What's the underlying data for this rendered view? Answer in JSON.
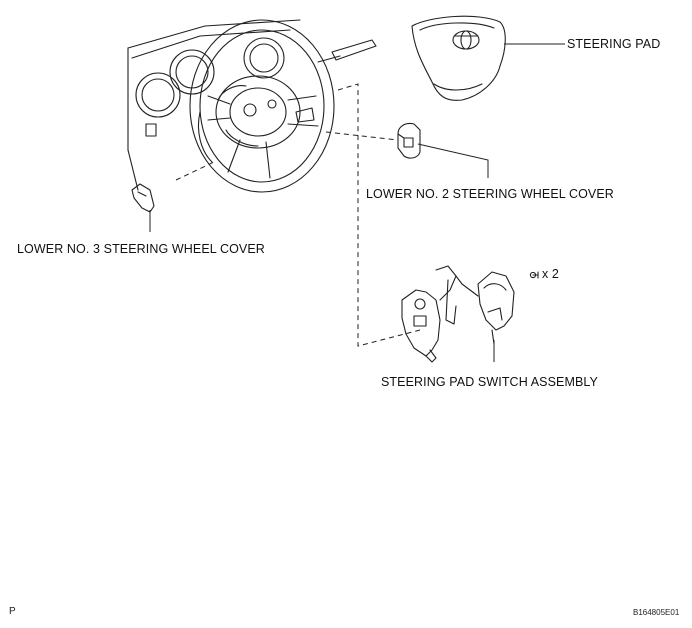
{
  "labels": {
    "steering_pad": "STEERING PAD",
    "lower_no2": "LOWER NO. 2 STEERING WHEEL COVER",
    "lower_no3": "LOWER NO. 3 STEERING WHEEL COVER",
    "switch_assembly": "STEERING PAD SWITCH ASSEMBLY",
    "screw_qty": "x 2"
  },
  "footer": {
    "page_mark": "P",
    "figure_id": "B164805E01"
  },
  "colors": {
    "line": "#222222",
    "background": "#ffffff"
  },
  "icons": [
    "steering-wheel-illustration",
    "steering-pad-illustration",
    "toyota-logo-icon",
    "screw-icon"
  ]
}
